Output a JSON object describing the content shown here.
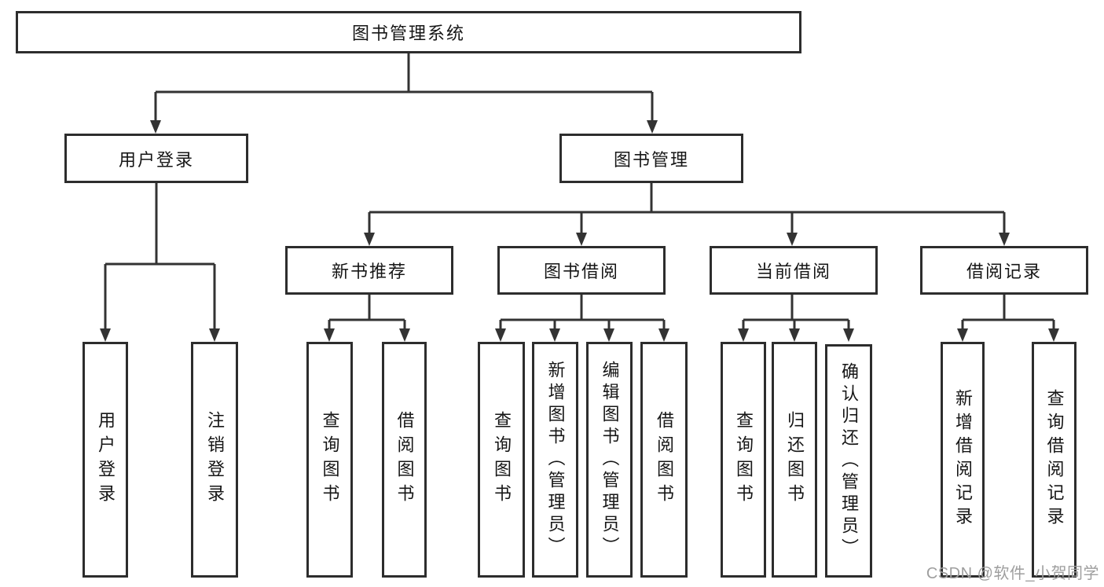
{
  "diagram": {
    "root": {
      "label": "图书管理系统"
    },
    "level2": {
      "user_login": {
        "label": "用户登录"
      },
      "book_management": {
        "label": "图书管理"
      }
    },
    "level3": {
      "new_book_recommend": {
        "label": "新书推荐"
      },
      "book_borrow": {
        "label": "图书借阅"
      },
      "current_borrow": {
        "label": "当前借阅"
      },
      "borrow_records": {
        "label": "借阅记录"
      }
    },
    "leaves": {
      "user_login": [
        "用户登录",
        "注销登录"
      ],
      "new_book_recommend": [
        "查询图书",
        "借阅图书"
      ],
      "book_borrow": [
        "查询图书",
        "新增图书（管理员）",
        "编辑图书（管理员）",
        "借阅图书"
      ],
      "current_borrow": [
        "查询图书",
        "归还图书",
        "确认归还（管理员）"
      ],
      "borrow_records": [
        "新增借阅记录",
        "查询借阅记录"
      ]
    }
  },
  "watermark": {
    "text": "CSDN @软件_小贺同学",
    "color": "#9e9e9e"
  },
  "colors": {
    "line": "#333333",
    "box_border": "#2d2d2d",
    "text": "#161616",
    "background": "#ffffff"
  }
}
